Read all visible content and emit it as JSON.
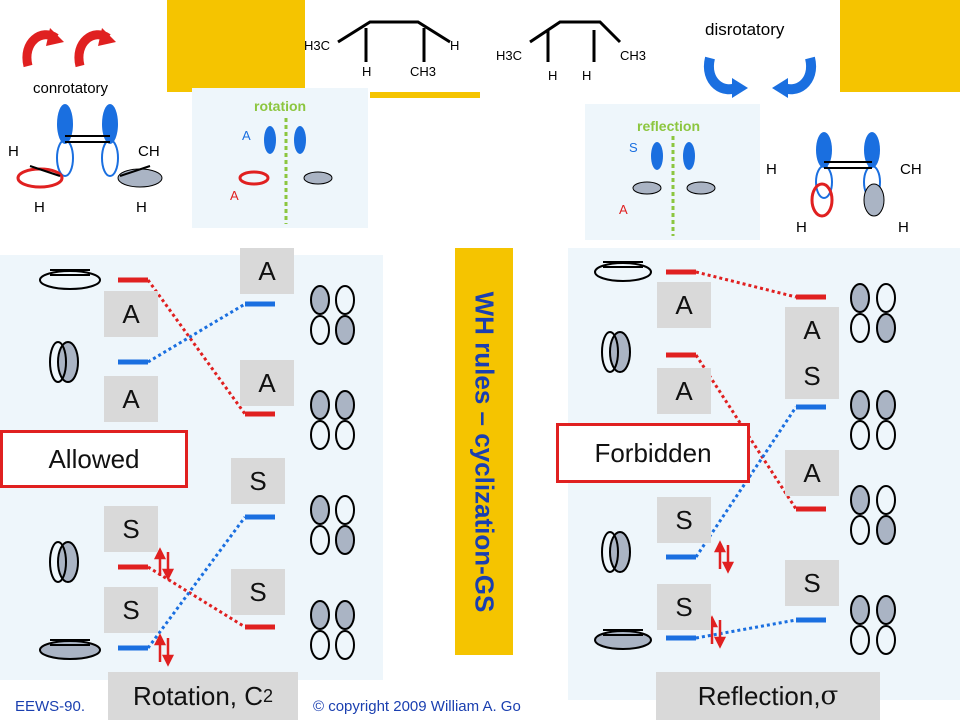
{
  "top": {
    "conrotatory": "conrotatory",
    "disrotatory": "disrotatory",
    "rotation": "rotation",
    "reflection": "reflection",
    "mol1": {
      "left": "H3C",
      "right": "H",
      "h": "H",
      "ch3": "CH3"
    },
    "mol2": {
      "left": "H3C",
      "right": "CH3",
      "h1": "H",
      "h2": "H"
    }
  },
  "left_panel": {
    "state_labels": [
      "A",
      "A",
      "A",
      "A",
      "S",
      "S",
      "S",
      "S"
    ],
    "verdict": "Allowed",
    "caption": "Rotation, C",
    "caption_sub": "2"
  },
  "right_panel": {
    "state_labels": [
      "A",
      "A",
      "A",
      "S",
      "A",
      "S",
      "S",
      "S"
    ],
    "verdict": "Forbidden",
    "caption": "Reflection, ",
    "caption_symbol": "σ"
  },
  "center_title": "WH rules – cyclization-GS",
  "footer": {
    "left": "EEWS-90.",
    "copyright": "© copyright 2009 William A. Go"
  },
  "colors": {
    "gold": "#f5c400",
    "red": "#e02020",
    "blue": "#1a6fe0",
    "green": "#8cc63f"
  }
}
